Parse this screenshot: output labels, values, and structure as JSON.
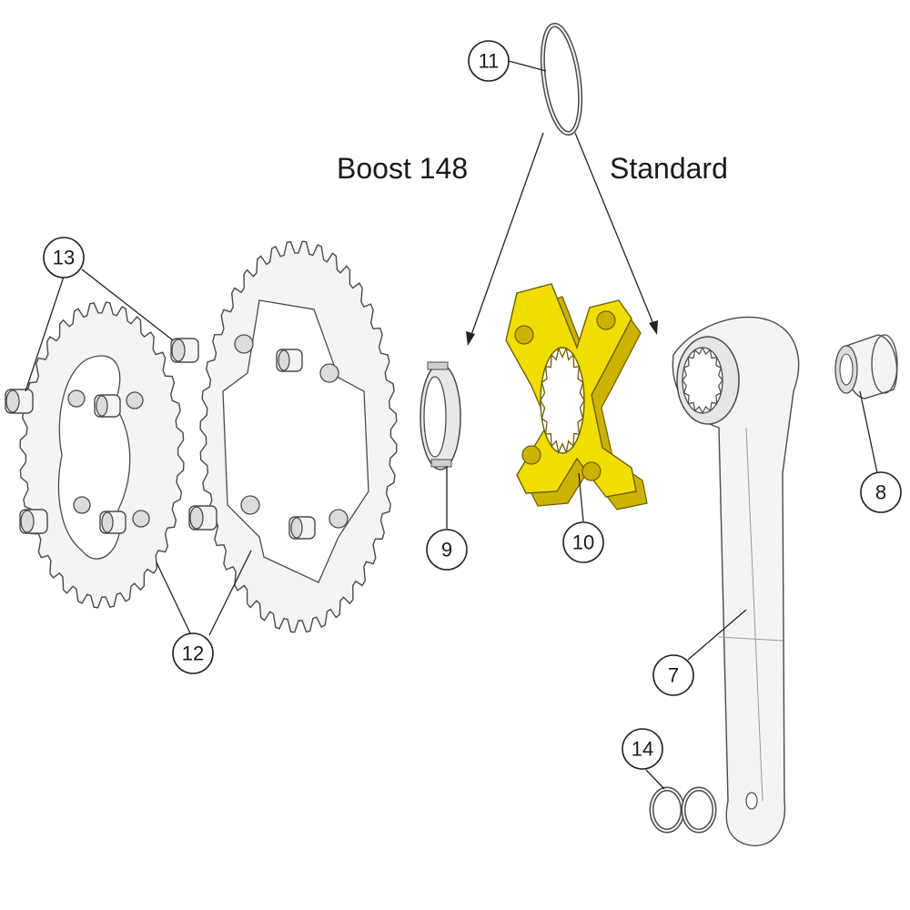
{
  "labels": {
    "boost": "Boost 148",
    "standard": "Standard"
  },
  "callouts": [
    {
      "id": "7",
      "text": "7"
    },
    {
      "id": "8",
      "text": "8"
    },
    {
      "id": "9",
      "text": "9"
    },
    {
      "id": "10",
      "text": "10"
    },
    {
      "id": "11",
      "text": "11"
    },
    {
      "id": "12",
      "text": "12"
    },
    {
      "id": "13",
      "text": "13"
    },
    {
      "id": "14",
      "text": "14"
    }
  ],
  "colors": {
    "highlight": "#f2dd00",
    "line": "#222222",
    "part_fill": "#f4f4f4"
  }
}
